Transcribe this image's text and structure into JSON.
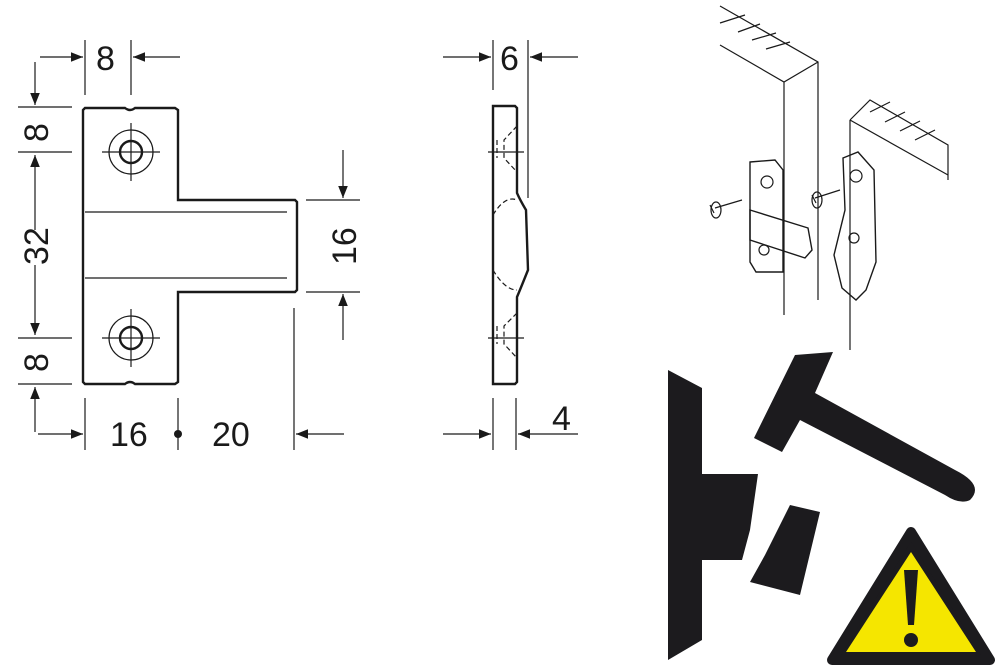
{
  "front_view": {
    "dims": {
      "top_width": "8",
      "top_margin": "8",
      "hole_spacing": "32",
      "bottom_margin": "8",
      "base_width": "16",
      "arm_length": "20",
      "arm_height": "16"
    }
  },
  "side_view": {
    "dims": {
      "max_thickness": "6",
      "base_thickness": "4"
    }
  },
  "isometric": {
    "label": "mounting-illustration"
  },
  "warning": {
    "color": "#f5e600",
    "symbol": "!"
  }
}
